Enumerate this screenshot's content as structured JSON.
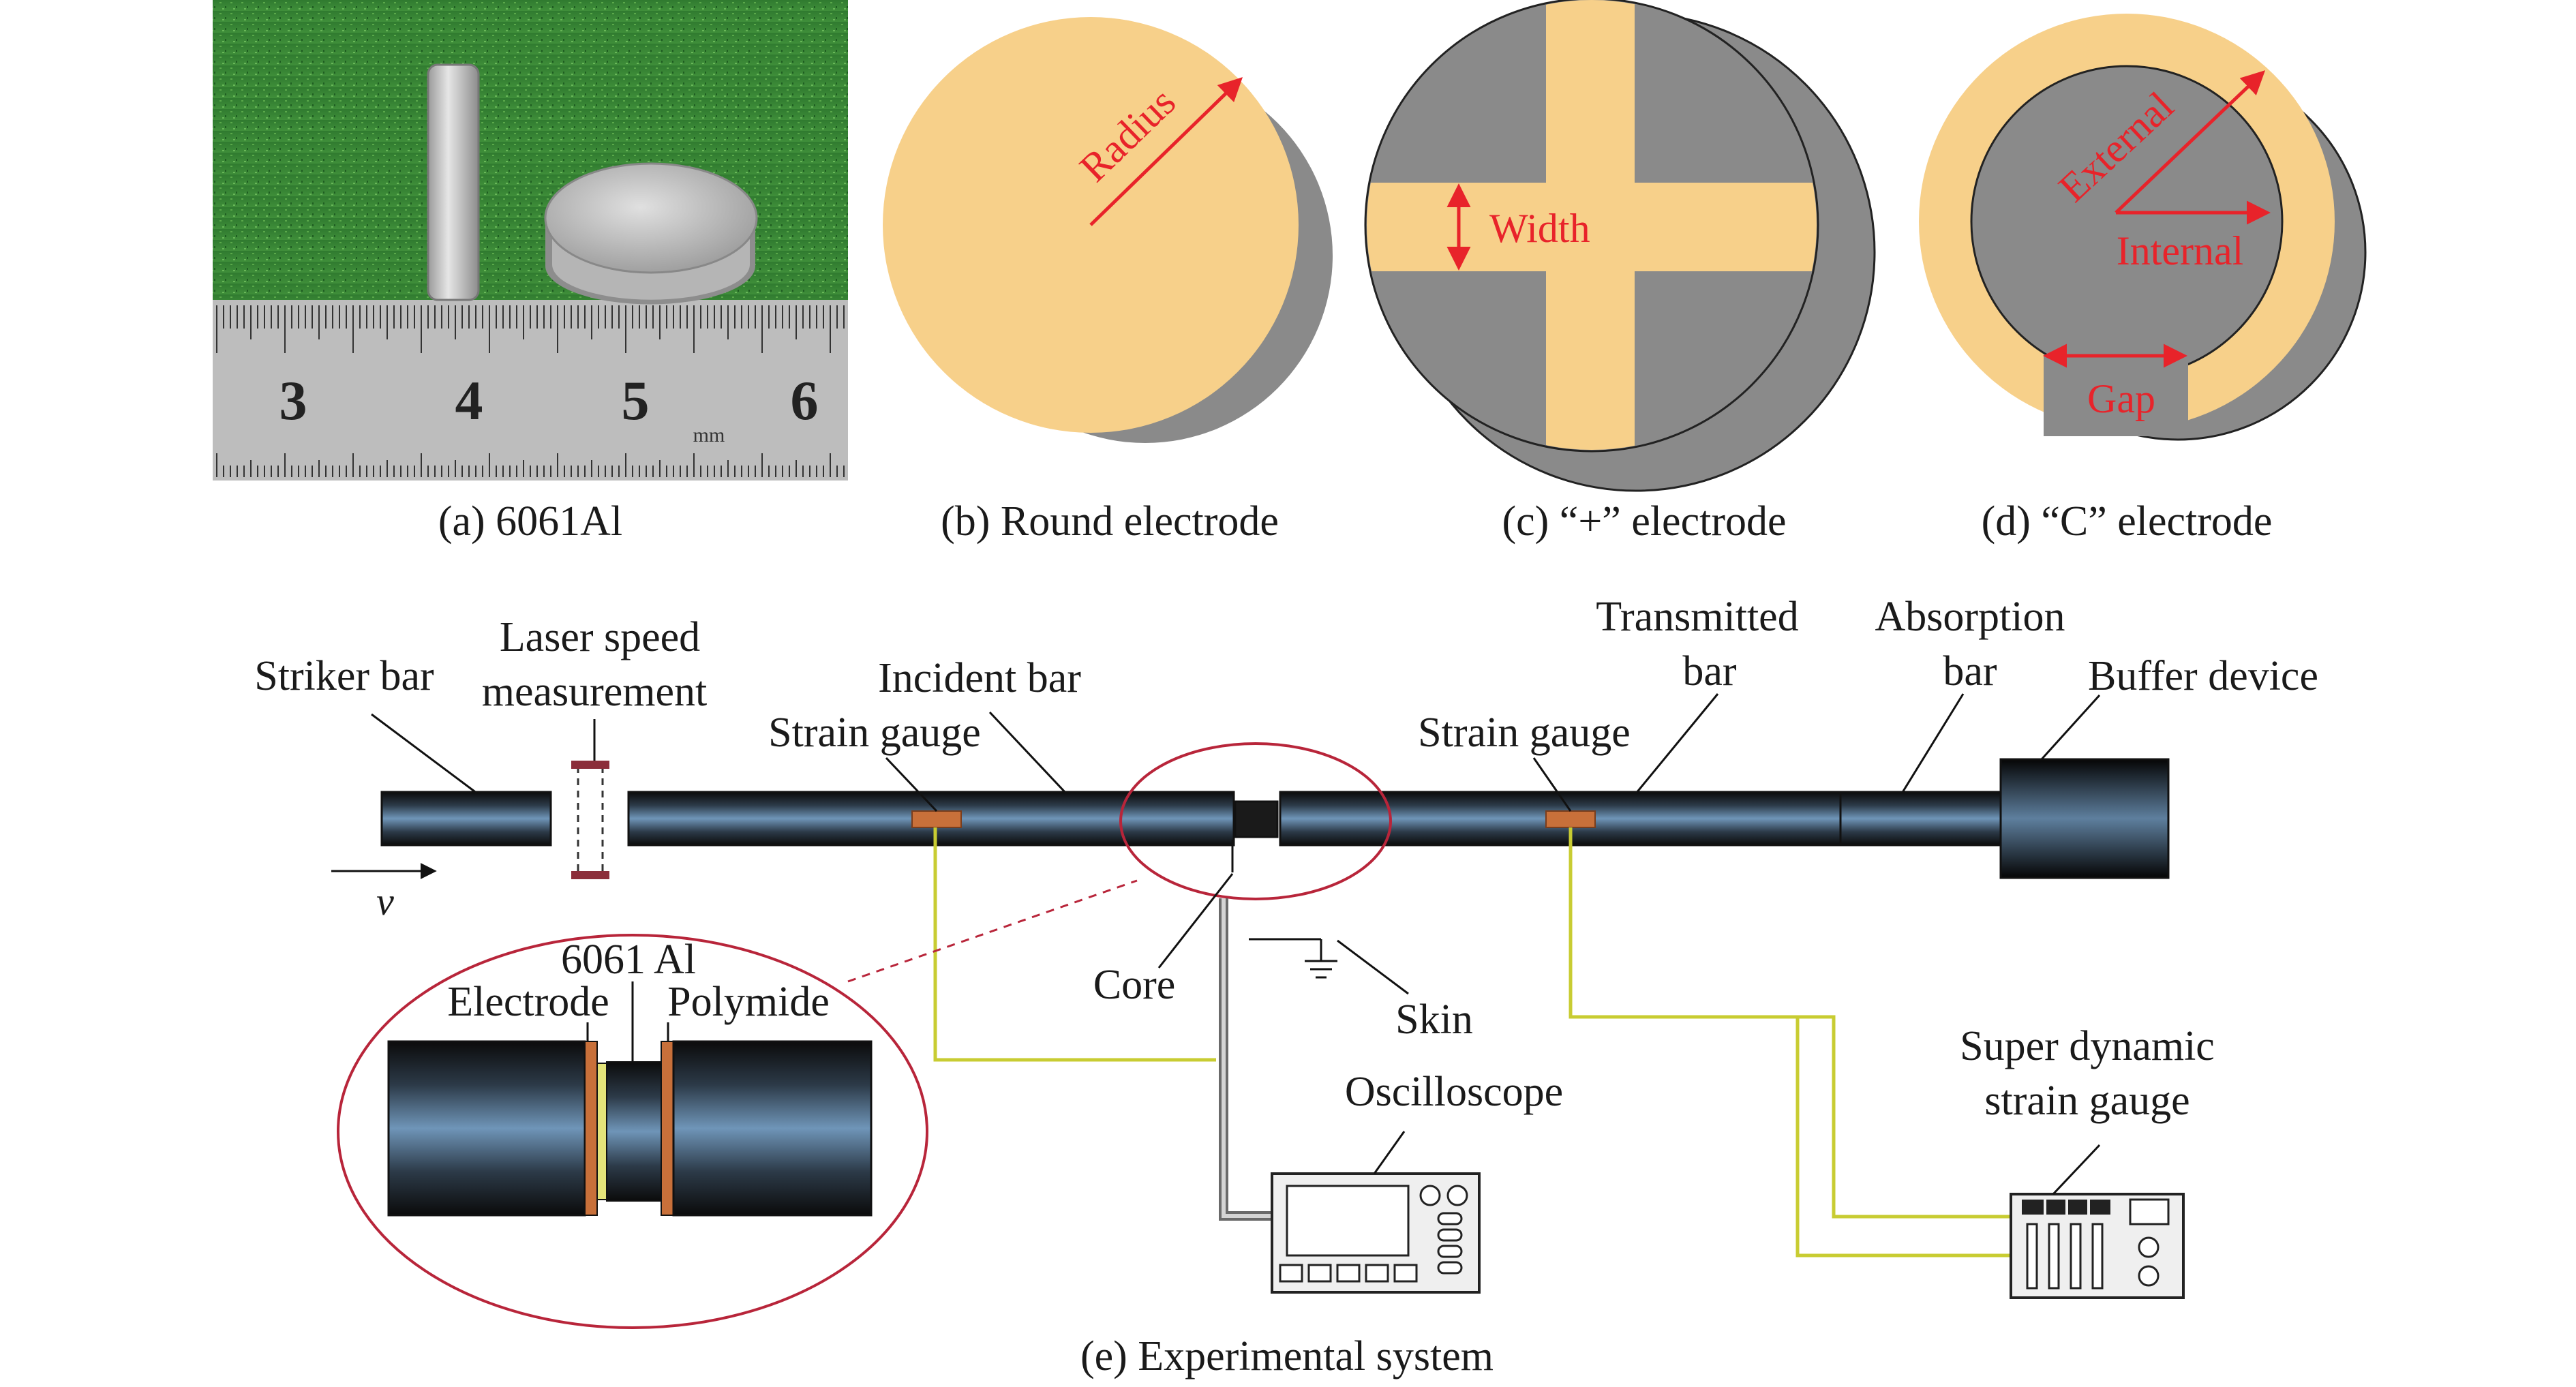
{
  "captions": {
    "a": "(a) 6061Al",
    "b": "(b) Round electrode",
    "c": "(c) “+” electrode",
    "d": "(d) “C” electrode",
    "e": "(e) Experimental system"
  },
  "photo": {
    "ruler_numbers": [
      "3",
      "4",
      "5",
      "6"
    ],
    "ruler_unit": "mm"
  },
  "electrodes": {
    "round": {
      "dimension": "Radius"
    },
    "plus": {
      "dimension": "Width"
    },
    "c_shape": {
      "external": "External",
      "internal": "Internal",
      "gap": "Gap"
    }
  },
  "system": {
    "striker_bar": "Striker bar",
    "laser_line1": "Laser speed",
    "laser_line2": "measurement",
    "incident_bar": "Incident bar",
    "strain_gauge_left": "Strain gauge",
    "transmitted_line1": "Transmitted",
    "transmitted_line2": "bar",
    "strain_gauge_right": "Strain gauge",
    "absorption_line1": "Absorption",
    "absorption_line2": "bar",
    "buffer_device": "Buffer device",
    "velocity": "v",
    "core": "Core",
    "skin": "Skin",
    "oscilloscope": "Oscilloscope",
    "super_line1": "Super dynamic",
    "super_line2": "strain gauge",
    "inset_material": "6061 Al",
    "inset_electrode": "Electrode",
    "inset_polymide": "Polymide"
  },
  "colors": {
    "electrode_fill": "#f7d08a",
    "specimen_grey": "#8a8a8a",
    "annotation_red": "#e8232a",
    "wire_yellow": "#c8cc32",
    "ellipse_border": "#b8253a"
  }
}
